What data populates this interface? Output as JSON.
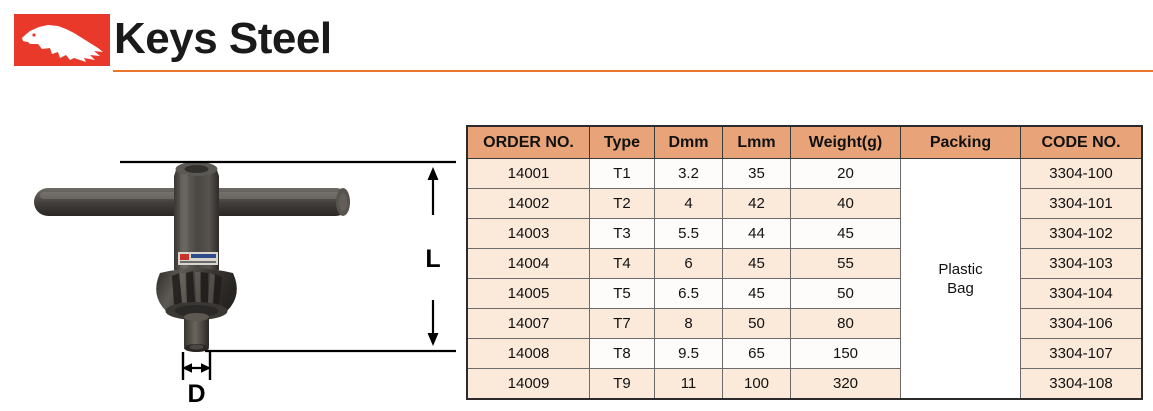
{
  "header": {
    "title": "Keys Steel",
    "logo_icon": "eagle-head-logo",
    "logo_bg_color": "#E8392B",
    "rule_color": "#E8762C"
  },
  "figure": {
    "alt_name": "t-handle-chuck-key",
    "dimension_length_label": "L",
    "dimension_diameter_label": "D"
  },
  "table": {
    "accent_header_color": "#E8A478",
    "row_tint_color": "#FBE9DA",
    "columns": [
      "ORDER NO.",
      "Type",
      "Dmm",
      "Lmm",
      "Weight(g)",
      "Packing",
      "CODE NO."
    ],
    "packing_value": "Plastic\nBag",
    "packing_line1": "Plastic",
    "packing_line2": "Bag",
    "rows": [
      {
        "order_no": "14001",
        "type": "T1",
        "dmm": "3.2",
        "lmm": "35",
        "weight": "20",
        "code_no": "3304-100"
      },
      {
        "order_no": "14002",
        "type": "T2",
        "dmm": "4",
        "lmm": "42",
        "weight": "40",
        "code_no": "3304-101"
      },
      {
        "order_no": "14003",
        "type": "T3",
        "dmm": "5.5",
        "lmm": "44",
        "weight": "45",
        "code_no": "3304-102"
      },
      {
        "order_no": "14004",
        "type": "T4",
        "dmm": "6",
        "lmm": "45",
        "weight": "55",
        "code_no": "3304-103"
      },
      {
        "order_no": "14005",
        "type": "T5",
        "dmm": "6.5",
        "lmm": "45",
        "weight": "50",
        "code_no": "3304-104"
      },
      {
        "order_no": "14007",
        "type": "T7",
        "dmm": "8",
        "lmm": "50",
        "weight": "80",
        "code_no": "3304-106"
      },
      {
        "order_no": "14008",
        "type": "T8",
        "dmm": "9.5",
        "lmm": "65",
        "weight": "150",
        "code_no": "3304-107"
      },
      {
        "order_no": "14009",
        "type": "T9",
        "dmm": "11",
        "lmm": "100",
        "weight": "320",
        "code_no": "3304-108"
      }
    ]
  }
}
